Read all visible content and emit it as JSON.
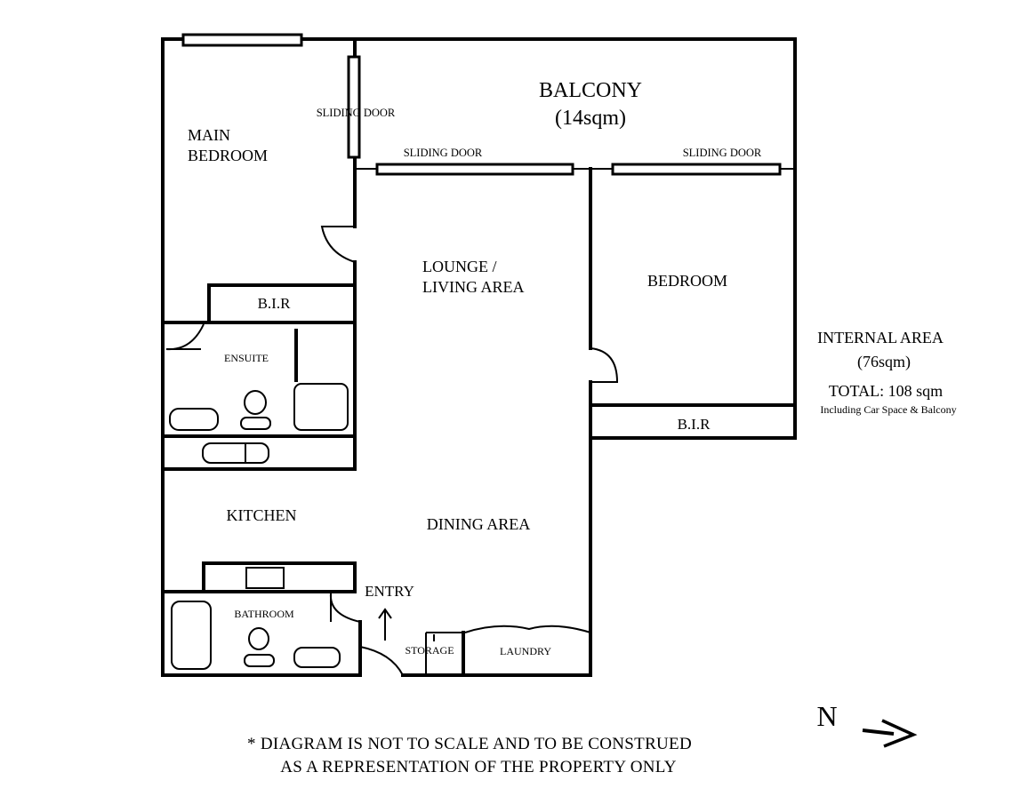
{
  "rooms": {
    "balcony": "BALCONY",
    "balcony_area": "(14sqm)",
    "main_bedroom_1": "MAIN",
    "main_bedroom_2": "BEDROOM",
    "sliding_door_main": "SLIDING DOOR",
    "sliding_door_lounge": "SLIDING DOOR",
    "sliding_door_bedroom": "SLIDING DOOR",
    "bir_main": "B.I.R",
    "ensuite": "ENSUITE",
    "lounge_1": "LOUNGE /",
    "lounge_2": "LIVING AREA",
    "bedroom": "BEDROOM",
    "bir_bedroom": "B.I.R",
    "kitchen": "KITCHEN",
    "dining": "DINING AREA",
    "entry": "ENTRY",
    "bathroom": "BATHROOM",
    "storage": "STORAGE",
    "laundry": "LAUNDRY"
  },
  "areas": {
    "internal_label": "INTERNAL AREA",
    "internal_value": "(76sqm)",
    "total": "TOTAL: 108 sqm",
    "total_note": "Including Car Space & Balcony"
  },
  "compass": {
    "label": "N"
  },
  "disclaimer": {
    "line1": "* DIAGRAM IS NOT TO SCALE AND TO BE CONSTRUED",
    "line2": "AS A REPRESENTATION OF THE PROPERTY ONLY"
  }
}
